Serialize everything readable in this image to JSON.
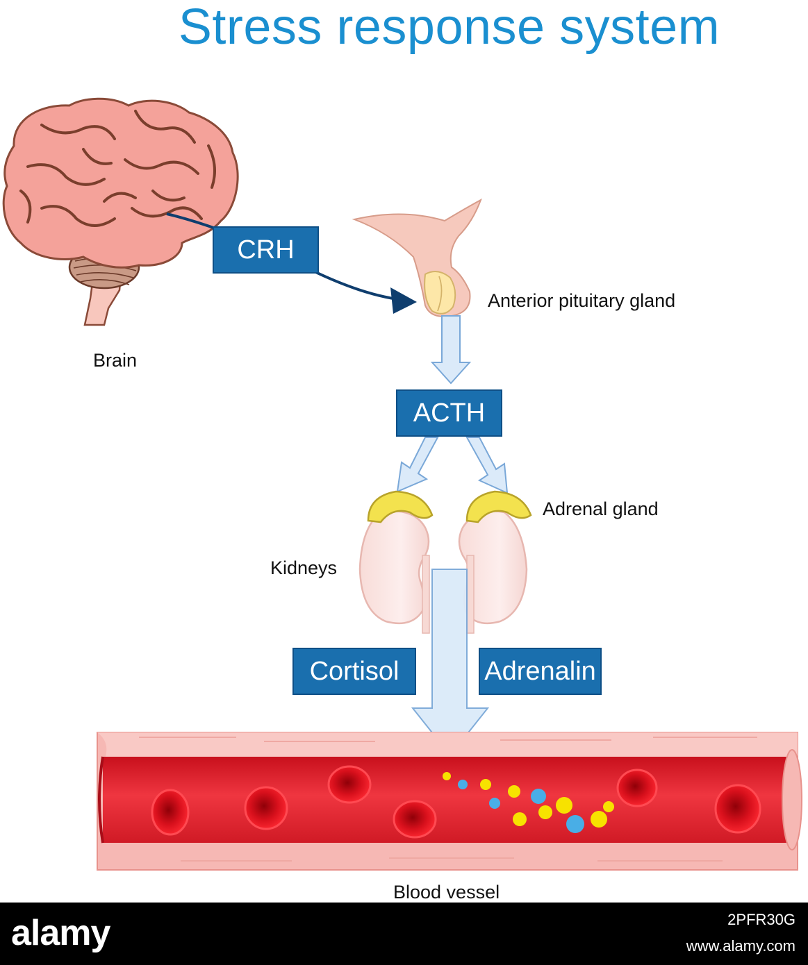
{
  "title": "Stress response system",
  "labels": {
    "brain": "Brain",
    "pituitary": "Anterior pituitary gland",
    "adrenal": "Adrenal gland",
    "kidneys": "Kidneys",
    "vessel": "Blood vessel"
  },
  "hormones": {
    "crh": "CRH",
    "acth": "ACTH",
    "cortisol": "Cortisol",
    "adrenalin": "Adrenalin"
  },
  "colors": {
    "title": "#1a8fd0",
    "hormone_box": "#1a6fae",
    "arrow_fill": "#dbeaf9",
    "arrow_stroke": "#7aa8d8",
    "brain": "#f4a29a",
    "blood": "#e21f2b",
    "vessel_wall": "#f6b8b4"
  },
  "footer": {
    "logo": "alamy",
    "code": "2PFR30G",
    "url": "www.alamy.com"
  }
}
